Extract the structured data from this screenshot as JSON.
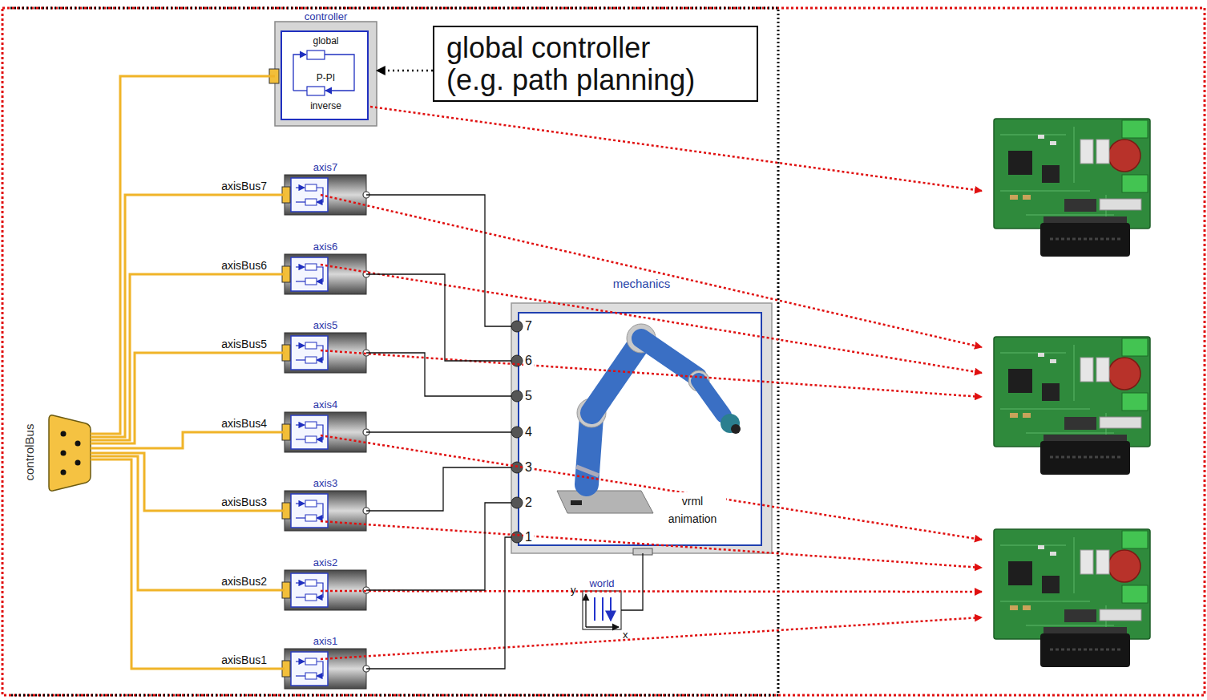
{
  "diagram": {
    "nodes": [
      {
        "text": [
          "controller",
          "global",
          "P-PI",
          "inverse"
        ]
      },
      {
        "text": [
          "global controller (e.g. path planning)"
        ]
      },
      {
        "text": [
          "axis7"
        ]
      },
      {
        "text": [
          "axis6"
        ]
      },
      {
        "text": [
          "axis5"
        ]
      },
      {
        "text": [
          "axis4"
        ]
      },
      {
        "text": [
          "axis3"
        ]
      },
      {
        "text": [
          "axis2"
        ]
      },
      {
        "text": [
          "axis1"
        ]
      },
      {
        "text": [
          "mechanics",
          "7",
          "6",
          "5",
          "4",
          "3",
          "2",
          "1",
          "vrml animation"
        ]
      },
      {
        "text": [
          "world",
          "x",
          "y"
        ]
      },
      {
        "text": [
          "controlBus"
        ]
      }
    ],
    "edges": [
      {
        "from": 1,
        "to": 0,
        "arrow": "to"
      },
      {
        "from": 11,
        "to": 0,
        "arrow": "none"
      },
      {
        "from": 11,
        "to": 2,
        "arrow": "none",
        "label": "axisBus7"
      },
      {
        "from": 11,
        "to": 3,
        "arrow": "none",
        "label": "axisBus6"
      },
      {
        "from": 11,
        "to": 4,
        "arrow": "none",
        "label": "axisBus5"
      },
      {
        "from": 11,
        "to": 5,
        "arrow": "none",
        "label": "axisBus4"
      },
      {
        "from": 11,
        "to": 6,
        "arrow": "none",
        "label": "axisBus3"
      },
      {
        "from": 11,
        "to": 7,
        "arrow": "none",
        "label": "axisBus2"
      },
      {
        "from": 11,
        "to": 8,
        "arrow": "none",
        "label": "axisBus1"
      },
      {
        "from": 2,
        "to": 9,
        "arrow": "none"
      },
      {
        "from": 3,
        "to": 9,
        "arrow": "none"
      },
      {
        "from": 4,
        "to": 9,
        "arrow": "none"
      },
      {
        "from": 5,
        "to": 9,
        "arrow": "none"
      },
      {
        "from": 6,
        "to": 9,
        "arrow": "none"
      },
      {
        "from": 7,
        "to": 9,
        "arrow": "none"
      },
      {
        "from": 8,
        "to": 9,
        "arrow": "none"
      },
      {
        "from": 10,
        "to": 9,
        "arrow": "none"
      }
    ]
  }
}
